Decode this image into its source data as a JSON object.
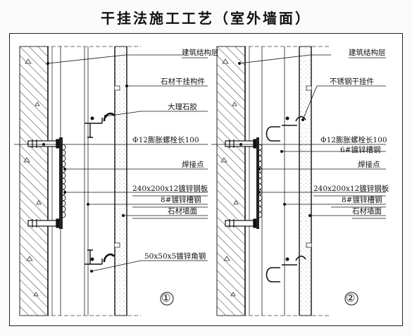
{
  "title": "干挂法施工工艺（室外墙面）",
  "panel1": {
    "number": "①",
    "labels": {
      "structure": "建筑结构层",
      "bracket": "石材干挂构件",
      "glue": "大理石胶",
      "bolt": "Φ12膨胀螺栓长100",
      "weld": "焊接点",
      "plate": "240x200x12镀锌钢板",
      "channel": "8#镀锌槽钢",
      "stone": "石材墙面",
      "angle": "50x50x5镀锌角钢"
    }
  },
  "panel2": {
    "number": "②",
    "labels": {
      "structure": "建筑结构层",
      "bracket": "不锈钢干挂件",
      "bolt": "Φ12膨胀螺栓长100",
      "channel6": "6#镀锌槽钢",
      "weld": "焊接点",
      "plate": "240x200x12镀锌钢板",
      "channel8": "8#镀锌槽钢",
      "stone": "石材墙面"
    }
  }
}
